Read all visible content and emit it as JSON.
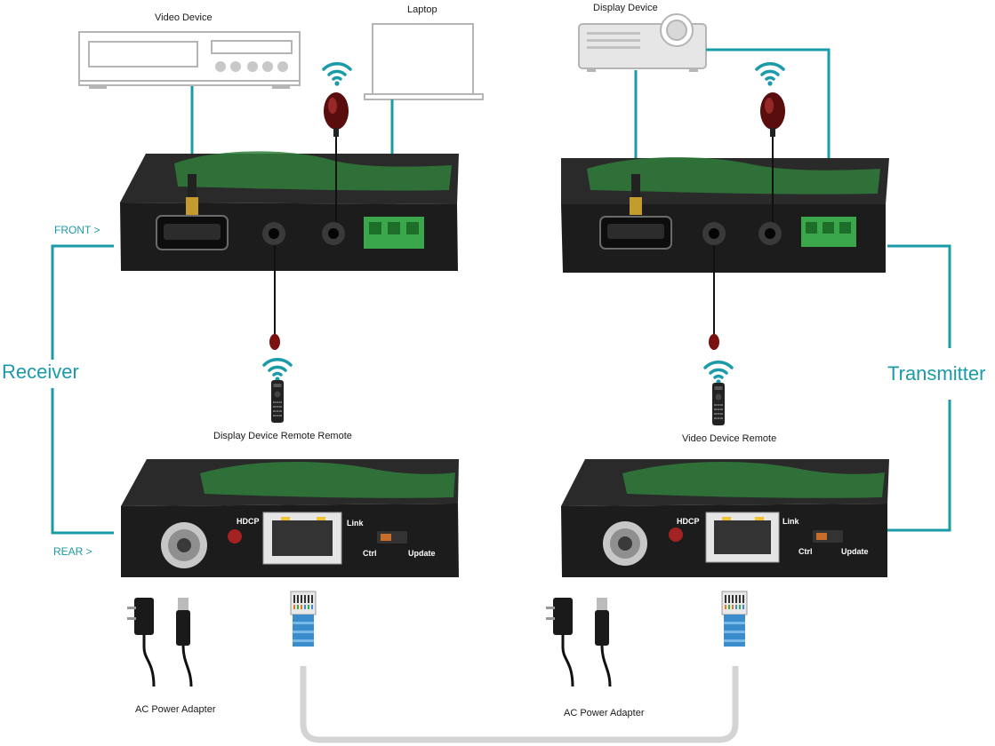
{
  "labels": {
    "video_device": "Video Device",
    "laptop": "Laptop",
    "display_device": "Display Device",
    "front": "FRONT >",
    "rear": "REAR >",
    "receiver": "Receiver",
    "transmitter": "Transmitter",
    "display_remote": "Display Device Remote Remote",
    "video_remote": "Video Device Remote",
    "ac_adapter_left": "AC Power Adapter",
    "ac_adapter_right": "AC Power Adapter"
  },
  "rear_panel": {
    "hdcp": "HDCP",
    "link": "Link",
    "ctrl": "Ctrl",
    "update": "Update"
  },
  "colors": {
    "teal": "#1b9aa7",
    "device_body": "#1c1c1c",
    "device_accent": "#2f7d3a",
    "terminal_green": "#3aa84a",
    "ir_red": "#7a1212",
    "cable_gray": "#d4d4d4",
    "rj45_blue": "#3a8ccc"
  },
  "icons": [
    "dvd-player-icon",
    "laptop-icon",
    "projector-icon",
    "wifi-icon",
    "ir-sensor-icon",
    "remote-control-icon",
    "power-adapter-icon",
    "ethernet-plug-icon"
  ]
}
